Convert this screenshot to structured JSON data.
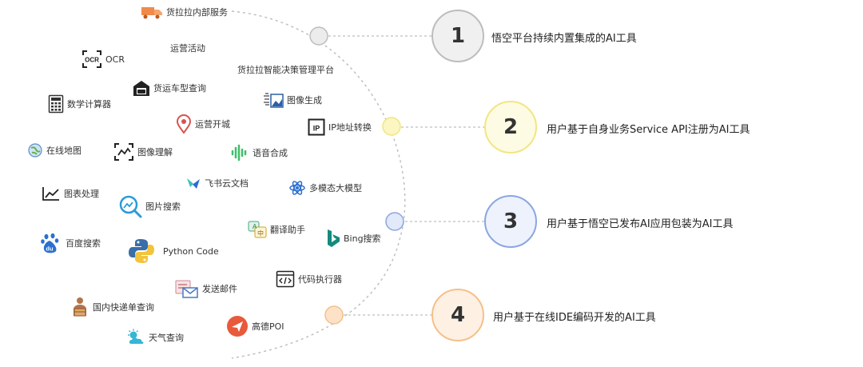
{
  "tools": [
    {
      "label": "货拉拉内部服务",
      "icon": "truck-icon"
    },
    {
      "label": "运营活动",
      "icon": ""
    },
    {
      "label": "OCR",
      "icon": "ocr-icon"
    },
    {
      "label": "货拉拉智能决策管理平台",
      "icon": ""
    },
    {
      "label": "货运车型查询",
      "icon": "garage-icon"
    },
    {
      "label": "图像生成",
      "icon": "image-generate-icon"
    },
    {
      "label": "数学计算器",
      "icon": "calculator-icon"
    },
    {
      "label": "运营开城",
      "icon": "location-pin-icon"
    },
    {
      "label": "IP地址转换",
      "icon": "ip-icon"
    },
    {
      "label": "在线地图",
      "icon": "map-globe-icon"
    },
    {
      "label": "图像理解",
      "icon": "image-understand-icon"
    },
    {
      "label": "语音合成",
      "icon": "voice-wave-icon"
    },
    {
      "label": "飞书云文档",
      "icon": "feishu-icon"
    },
    {
      "label": "多模态大模型",
      "icon": "atom-icon"
    },
    {
      "label": "图表处理",
      "icon": "line-chart-icon"
    },
    {
      "label": "图片搜索",
      "icon": "image-search-icon"
    },
    {
      "label": "翻译助手",
      "icon": "translate-icon"
    },
    {
      "label": "Bing搜索",
      "icon": "bing-icon"
    },
    {
      "label": "百度搜索",
      "icon": "baidu-icon"
    },
    {
      "label": "Python Code",
      "icon": "python-icon"
    },
    {
      "label": "代码执行器",
      "icon": "code-icon"
    },
    {
      "label": "发送邮件",
      "icon": "mail-icon"
    },
    {
      "label": "国内快递单查询",
      "icon": "parcel-icon"
    },
    {
      "label": "高德POI",
      "icon": "amap-icon"
    },
    {
      "label": "天气查询",
      "icon": "weather-icon"
    }
  ],
  "icon_text": {
    "ocr": "OCR",
    "ip": "IP",
    "baidu": "du",
    "translate_a": "A",
    "translate_b": "中"
  },
  "steps": [
    {
      "number": "1",
      "text": "悟空平台持续内置集成的AI工具",
      "color": "#bdbdbd",
      "fill": "#f0f0f0",
      "dot_fill": "#ececec"
    },
    {
      "number": "2",
      "text": "用户基于自身业务Service API注册为AI工具",
      "color": "#f2e680",
      "fill": "#fdfbe3",
      "dot_fill": "#fbf6c2"
    },
    {
      "number": "3",
      "text": "用户基于悟空已发布AI应用包装为AI工具",
      "color": "#8aa6e0",
      "fill": "#eef2fc",
      "dot_fill": "#e1e9fa"
    },
    {
      "number": "4",
      "text": "用户基于在线IDE编码开发的AI工具",
      "color": "#f5c08a",
      "fill": "#fef1e4",
      "dot_fill": "#fde2c8"
    }
  ]
}
